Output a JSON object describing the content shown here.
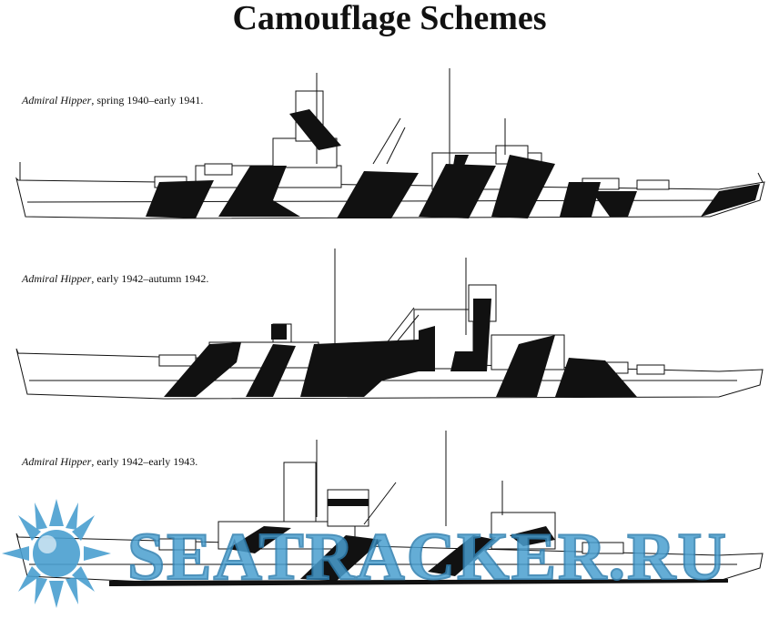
{
  "title": "Camouflage Schemes",
  "plates": [
    {
      "ship": "Admiral Hipper",
      "period": ", spring 1940–early 1941."
    },
    {
      "ship": "Admiral Hipper",
      "period": ", early 1942–autumn 1942."
    },
    {
      "ship": "Admiral Hipper",
      "period": ", early 1942–early 1943."
    }
  ],
  "watermark": {
    "text": "SEATRACKER.RU",
    "color": "#4a9fd0",
    "icon": "sun-icon"
  },
  "colors": {
    "ink": "#111111",
    "paper": "#ffffff"
  }
}
